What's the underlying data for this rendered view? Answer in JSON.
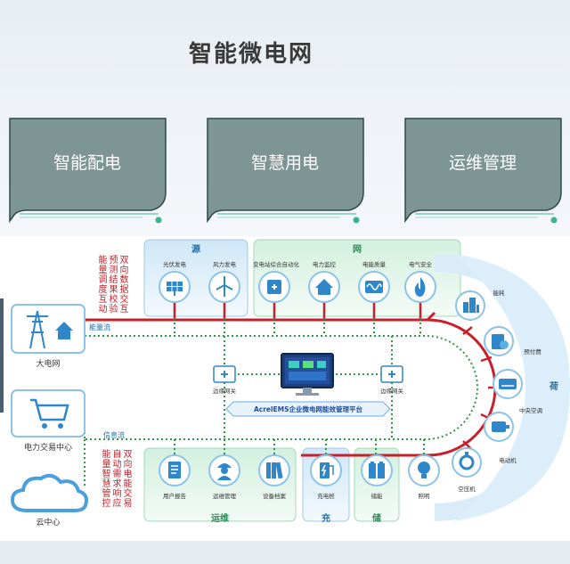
{
  "title": "智能微电网",
  "cards": [
    "智能配电",
    "智慧用电",
    "运维管理"
  ],
  "sections": {
    "source": "源",
    "grid": "网",
    "load": "荷",
    "ops": "运维",
    "charge": "充",
    "storage": "储"
  },
  "source_items": [
    "光伏发电",
    "风力发电"
  ],
  "grid_items": [
    "变电站综合自动化",
    "电力监控",
    "电能质量",
    "电气安全"
  ],
  "load_items": [
    "照明",
    "空压机",
    "电动机",
    "中央空调",
    "预付费",
    "能耗"
  ],
  "ops_items": [
    "用户报告",
    "运维管理",
    "设备档案"
  ],
  "charge_item": "充电桩",
  "storage_item": "储能",
  "left_nodes": [
    "大电网",
    "电力交易中心",
    "云中心"
  ],
  "gateways": [
    "边缘网关",
    "边缘网关"
  ],
  "platform_label": "AcrelEMS企业微电网能效管理平台",
  "flow_energy": "能量流",
  "flow_info": "信息流",
  "vertical_top": [
    "能量调度互动",
    "预测结果校验",
    "双向数据交互"
  ],
  "vertical_bottom": [
    "能量智慧管控",
    "自动需求响应",
    "双向电能交易"
  ],
  "colors": {
    "card_fill": "#7d9593",
    "card_border": "#2e4a4a",
    "accent_green": "#3bb58a",
    "power_red": "#c8202a",
    "info_green": "#2f9a45",
    "icon_blue": "#2f86c9"
  }
}
